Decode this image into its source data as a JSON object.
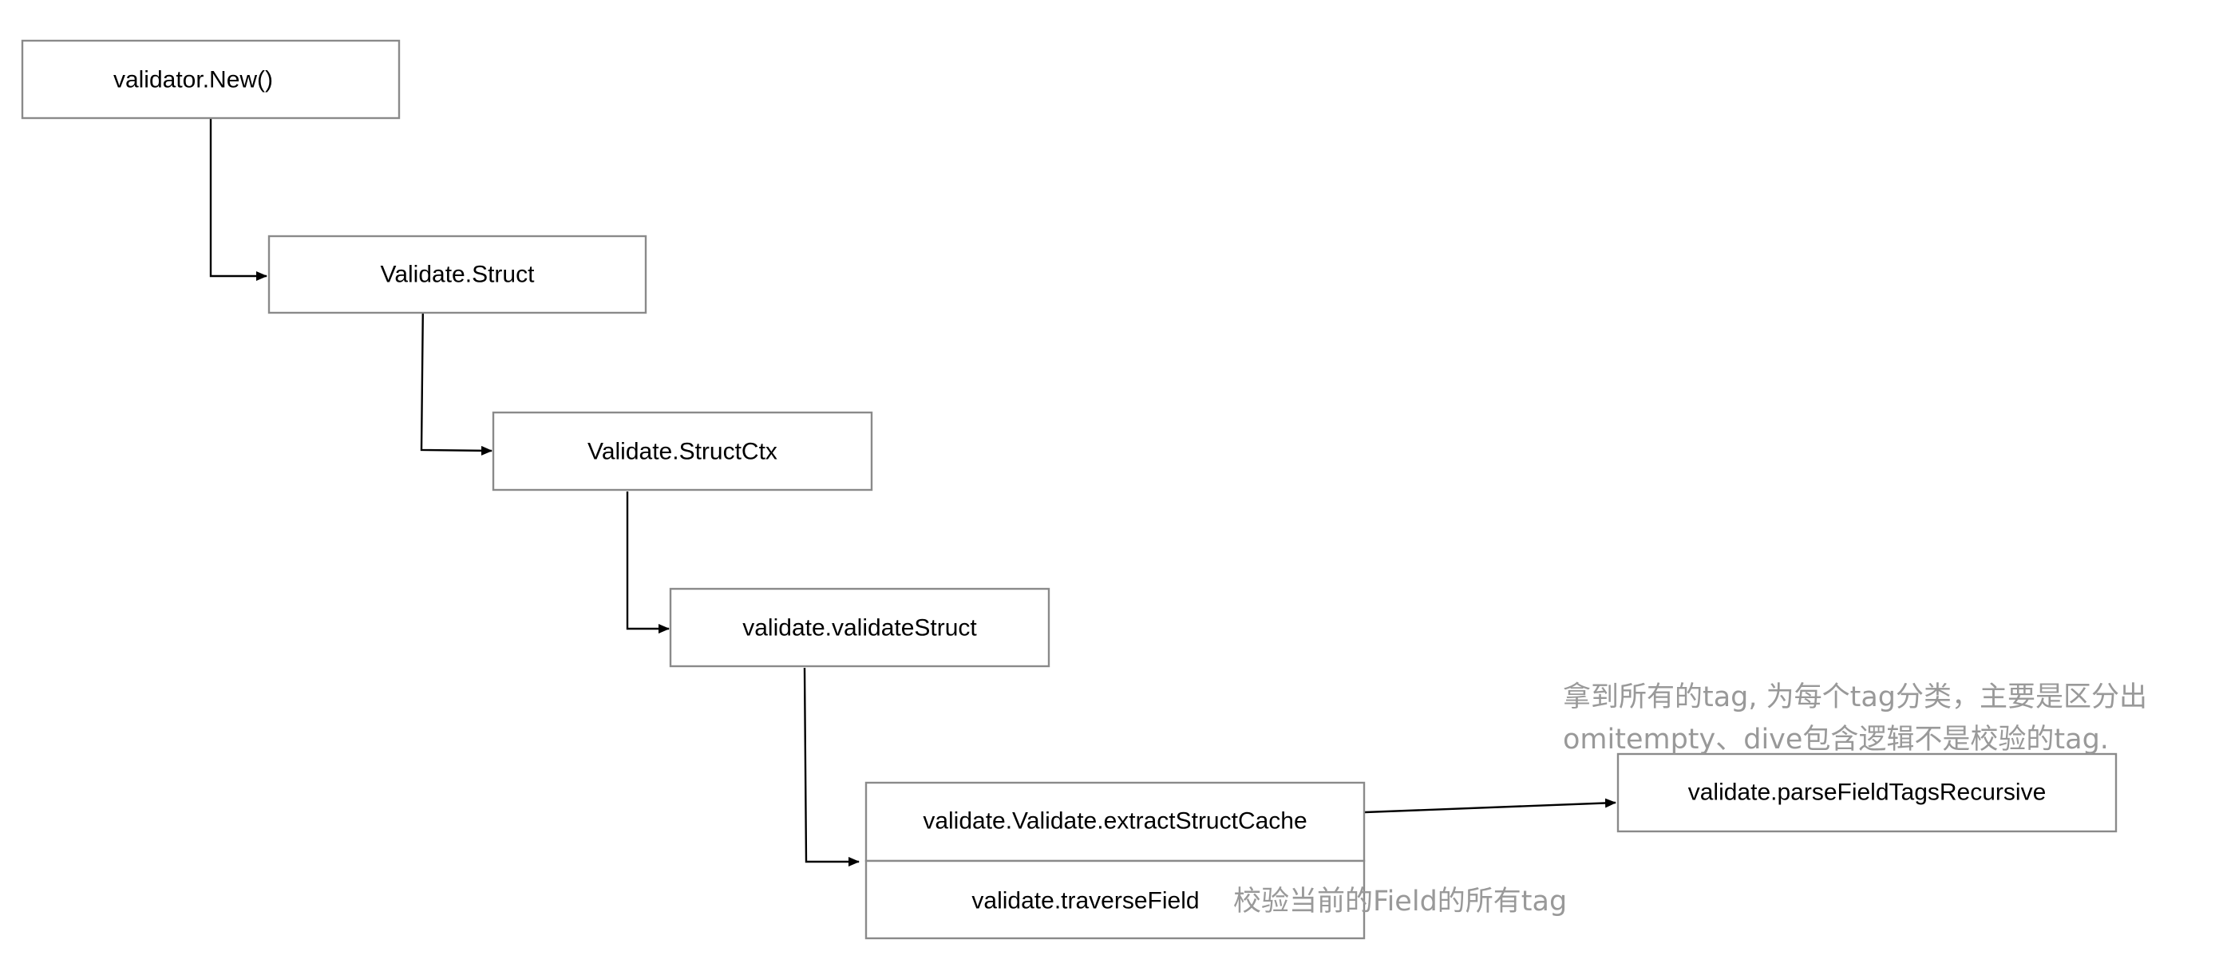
{
  "nodes": {
    "validator_new": "validator.New()",
    "validate_struct": "Validate.Struct",
    "validate_struct_ctx": "Validate.StructCtx",
    "validate_validate_struct": "validate.validateStruct",
    "extract_struct_cache": "validate.Validate.extractStructCache",
    "traverse_field": "validate.traverseField",
    "parse_field_tags_recursive": "validate.parseFieldTagsRecursive"
  },
  "notes": {
    "traverse_field_note": "校验当前的Field的所有tag",
    "parse_tags_note_line1": "拿到所有的tag, 为每个tag分类，主要是区分出",
    "parse_tags_note_line2": "omitempty、dive包含逻辑不是校验的tag."
  },
  "colors": {
    "box_border": "#8a8a8a",
    "edge": "#000000",
    "note_text": "#999999"
  }
}
